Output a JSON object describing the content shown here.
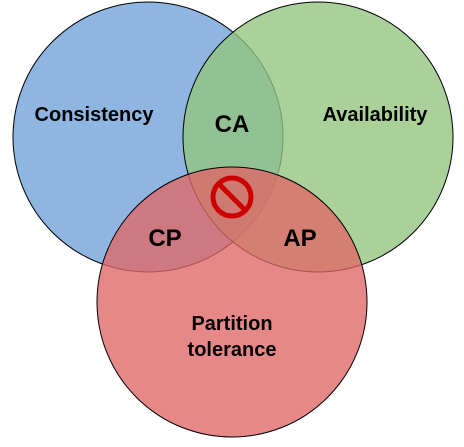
{
  "sets": [
    {
      "key": "consistency",
      "label": "Consistency",
      "color": "#6fa0d8"
    },
    {
      "key": "availability",
      "label": "Availability",
      "color": "#93c47d"
    },
    {
      "key": "partition",
      "label": "Partition tolerance",
      "label_lines": [
        "Partition",
        "tolerance"
      ],
      "color": "#e06666"
    }
  ],
  "intersections": {
    "ca": "CA",
    "cp": "CP",
    "ap": "AP"
  },
  "center_icon": {
    "name": "prohibited-icon",
    "color": "#cc0000"
  }
}
